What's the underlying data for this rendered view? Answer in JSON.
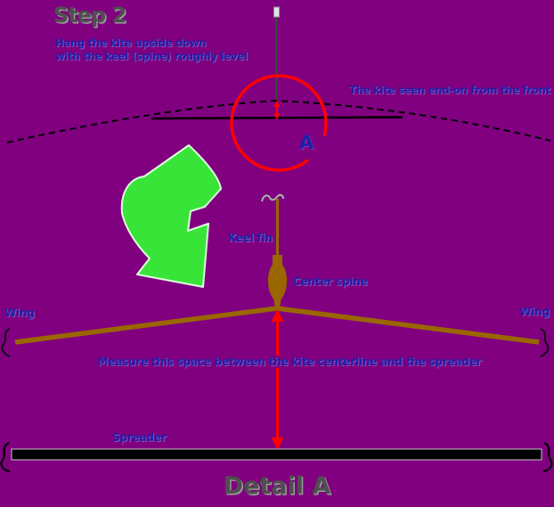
{
  "colors": {
    "bg": "#800080",
    "text-blue": "#1e1eaa",
    "title-gray": "#4f4f4f",
    "arrow-red": "#ff0000",
    "arrow-green": "#38e438",
    "frame-brown": "#996600",
    "line-black": "#000000",
    "string-gray": "#a9b4a9"
  },
  "header": {
    "step_title": "Step 2",
    "instruction_line1": "Hang the kite upside down",
    "instruction_line2": "with the keel (spine) roughly level"
  },
  "annotations": {
    "front_view": "The kite seen end-on from the front",
    "detail_marker": "A",
    "keel_fin": "Keel fin",
    "center_spine": "Center spine",
    "wing_left": "Wing",
    "wing_right": "Wing",
    "measure_note": "Measure this space between the kite centerline and the spreader",
    "spreader": "Spreader"
  },
  "footer": {
    "detail_title": "Detail A"
  },
  "diagram_shapes": {
    "hang_line": "vertical-hanging-string-with-pin",
    "kite_endon_line": "dashed-arc-kite-seen-end-on",
    "level_line": "solid-horizontal-level-reference",
    "detail_circle": "red-open-circle-callout",
    "gap_measure_arrow": "small-red-double-arrow",
    "rotate_arrow": "large-green-curved-block-arrow",
    "keel_hook": "string-tie-squiggle",
    "center_spine_shape": "brown-spindle",
    "wing_frame": "brown-wing-bars",
    "break_marks": "black-s-curve-break-symbols",
    "measure_arrow": "red-vertical-double-arrow",
    "spreader_bar": "black-horizontal-bar"
  }
}
